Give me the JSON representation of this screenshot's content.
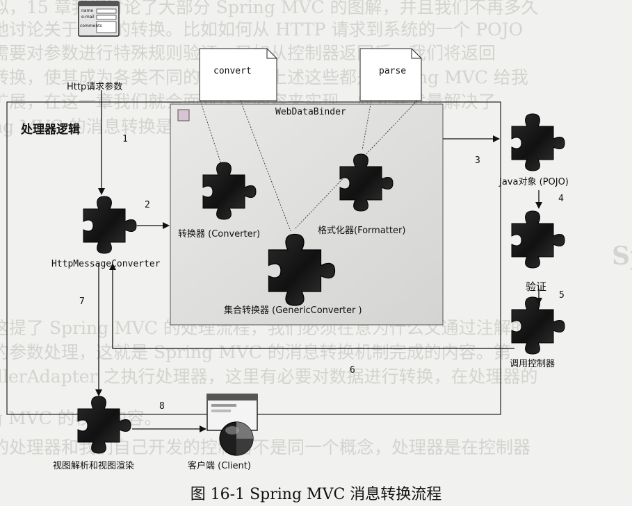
{
  "diagram": {
    "http_params_label": "Http请求参数",
    "handler_logic_label": "处理器逻辑",
    "webdatabinder_label": "WebDataBinder",
    "convert_note": "convert",
    "parse_note": "parse",
    "converter_label": "转换器 (Converter)",
    "formatter_label": "格式化器(Formatter)",
    "generic_converter_label": "集合转换器 (GenericConverter )",
    "http_message_converter_label": "HttpMessageConverter",
    "java_object_label": "Java对象 (POJO)",
    "validate_label": "验证",
    "invoke_controller_label": "调用控制器",
    "view_resolve_label": "视图解析和视图渲染",
    "client_label": "客户端 (Client)",
    "form_fields": [
      "name",
      "e-mail",
      "comments"
    ],
    "steps": [
      "1",
      "2",
      "3",
      "4",
      "5",
      "6",
      "7",
      "8"
    ]
  },
  "caption": "图 16-1    Spring MVC 消息转换流程",
  "background_text": [
    "似，15 章我们讨论了大部分 Spring MVC 的图解，并且我们不再多久",
    "地讨论关于消息的转换。比如如何从 HTTP 请求到系统的一个 POJO",
    "需要对参数进行特殊规则验证，又如从控制器返回后，我们将返回",
    "转换，使其成为各类不同的视图。而上述这些都是 Spring MVC 给我",
    "扩展，在这一章我们就会面对这些内容来实现，此外并发量解决了",
    "ng MVC 的消息转换是服务于新的技术扩展。",
    "Spring MVC 的数据转换和格式化",
    "",
    "这提了 Spring MVC 的处理流程，我们必须在意为什么又通过注解的",
    "的参数处理，这就是 Spring MVC 的消息转换机制完成的内容。第",
    "dlerAdapter 之执行处理器，这里有必要对数据进行转换，在处理器的",
    "g MVC 的核心内容。",
    "的处理器和我们自己开发的控制器不是同一个概念，处理器是在控制器"
  ]
}
